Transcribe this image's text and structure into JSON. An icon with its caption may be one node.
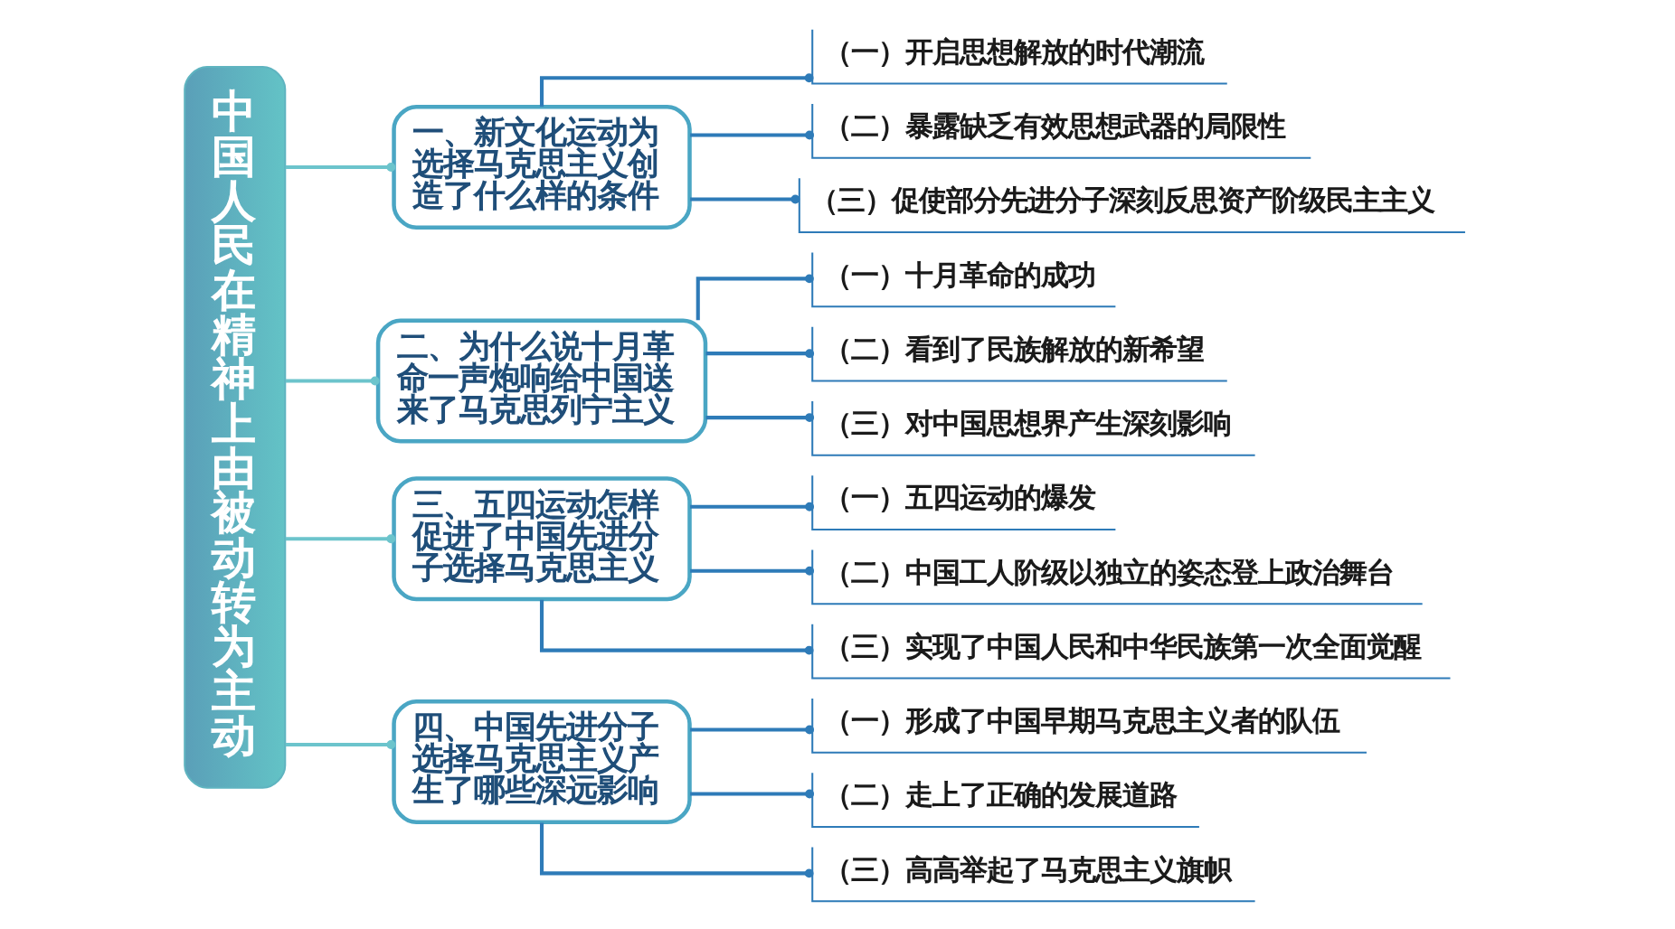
{
  "diagram": {
    "nodes": [
      {
        "text": [
          "中国人民在精神上由被动转为主动"
        ]
      },
      {
        "text": [
          "一、新文化运动为选择马克思主义创造了什么样的条件"
        ]
      },
      {
        "text": [
          "（一）开启思想解放的时代潮流"
        ]
      },
      {
        "text": [
          "（二）暴露缺乏有效思想武器的局限性"
        ]
      },
      {
        "text": [
          "（三）促使部分先进分子深刻反思资产阶级民主主义"
        ]
      },
      {
        "text": [
          "二、为什么说十月革命一声炮响给中国送来了马克思列宁主义"
        ]
      },
      {
        "text": [
          "（一）十月革命的成功"
        ]
      },
      {
        "text": [
          "（二）看到了民族解放的新希望"
        ]
      },
      {
        "text": [
          "（三）对中国思想界产生深刻影响"
        ]
      },
      {
        "text": [
          "三、五四运动怎样促进了中国先进分子选择马克思主义"
        ]
      },
      {
        "text": [
          "（一）五四运动的爆发"
        ]
      },
      {
        "text": [
          "（二）中国工人阶级以独立的姿态登上政治舞台"
        ]
      },
      {
        "text": [
          "（三）实现了中国人民和中华民族第一次全面觉醒"
        ]
      },
      {
        "text": [
          "四、中国先进分子选择马克思主义产生了哪些深远影响"
        ]
      },
      {
        "text": [
          "（一）形成了中国早期马克思主义者的队伍"
        ]
      },
      {
        "text": [
          "（二）走上了正确的发展道路"
        ]
      },
      {
        "text": [
          "（三）高高举起了马克思主义旗帜"
        ]
      }
    ],
    "edges": [
      {
        "from": 0,
        "to": 1,
        "arrow": "other",
        "color": "#6cc4cc"
      },
      {
        "from": 1,
        "to": 2,
        "arrow": "other"
      },
      {
        "from": 1,
        "to": 3,
        "arrow": "other"
      },
      {
        "from": 1,
        "to": 4,
        "arrow": "other"
      },
      {
        "from": 0,
        "to": 5,
        "arrow": "other",
        "color": "#6cc4cc"
      },
      {
        "from": 5,
        "to": 6,
        "arrow": "other"
      },
      {
        "from": 5,
        "to": 7,
        "arrow": "other"
      },
      {
        "from": 5,
        "to": 8,
        "arrow": "other"
      },
      {
        "from": 0,
        "to": 9,
        "arrow": "other",
        "color": "#6cc4cc"
      },
      {
        "from": 9,
        "to": 10,
        "arrow": "other"
      },
      {
        "from": 9,
        "to": 11,
        "arrow": "other"
      },
      {
        "from": 9,
        "to": 12,
        "arrow": "other"
      },
      {
        "from": 0,
        "to": 13,
        "arrow": "other",
        "color": "#6cc4cc"
      },
      {
        "from": 13,
        "to": 14,
        "arrow": "other"
      },
      {
        "from": 13,
        "to": 15,
        "arrow": "other"
      },
      {
        "from": 13,
        "to": 16,
        "arrow": "other"
      }
    ]
  }
}
